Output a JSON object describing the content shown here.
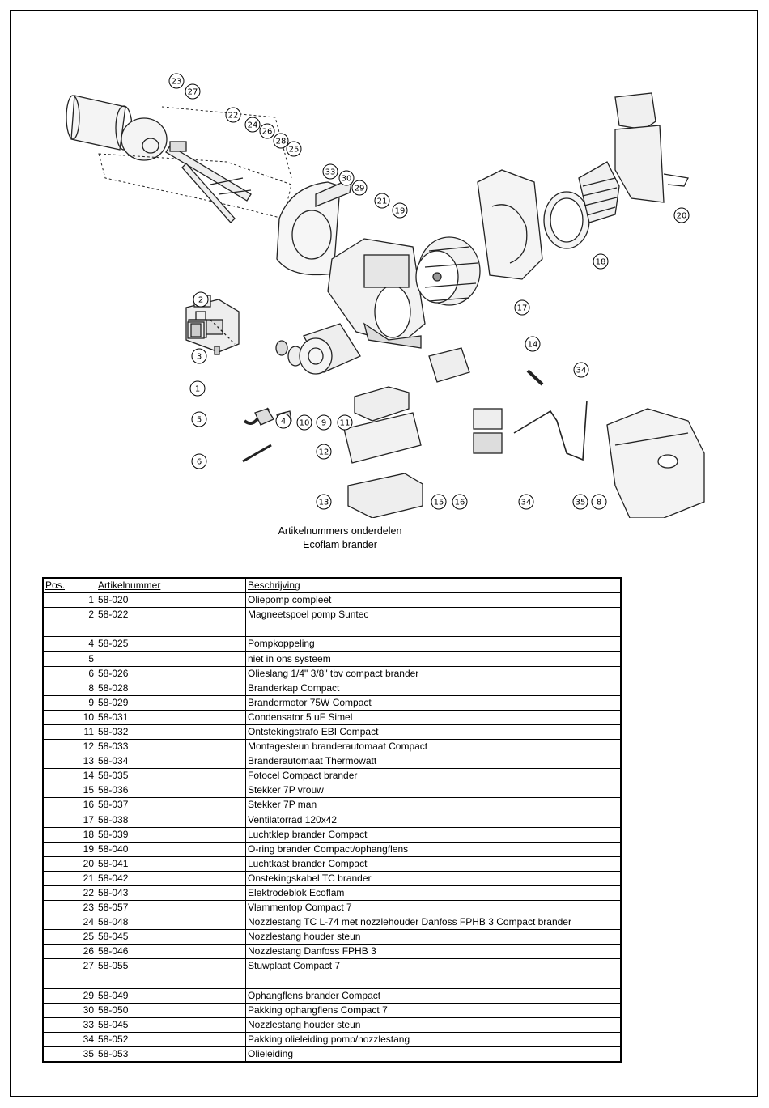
{
  "diagram": {
    "callouts": [
      "23",
      "27",
      "22",
      "24",
      "26",
      "28",
      "25",
      "33",
      "30",
      "29",
      "21",
      "19",
      "20",
      "18",
      "17",
      "2",
      "3",
      "1",
      "5",
      "4",
      "10",
      "9",
      "11",
      "12",
      "13",
      "6",
      "14",
      "34",
      "15",
      "16",
      "34",
      "35",
      "8"
    ]
  },
  "caption": {
    "line1": "Artikelnummers onderdelen",
    "line2": "Ecoflam brander"
  },
  "table": {
    "headers": {
      "pos": "Pos.",
      "article": "Artikelnummer",
      "description": "Beschrijving"
    },
    "rows": [
      {
        "pos": "1",
        "article": "58-020",
        "description": "Oliepomp compleet"
      },
      {
        "pos": "2",
        "article": "58-022",
        "description": "Magneetspoel pomp Suntec"
      },
      {
        "pos": "",
        "article": "",
        "description": ""
      },
      {
        "pos": "4",
        "article": "58-025",
        "description": "Pompkoppeling"
      },
      {
        "pos": "5",
        "article": "",
        "description": "niet in ons systeem"
      },
      {
        "pos": "6",
        "article": "58-026",
        "description": "Olieslang 1/4\" 3/8\" tbv compact brander"
      },
      {
        "pos": "8",
        "article": "58-028",
        "description": "Branderkap Compact"
      },
      {
        "pos": "9",
        "article": "58-029",
        "description": "Brandermotor 75W Compact"
      },
      {
        "pos": "10",
        "article": "58-031",
        "description": "Condensator 5 uF Simel"
      },
      {
        "pos": "11",
        "article": "58-032",
        "description": "Ontstekingstrafo EBI Compact"
      },
      {
        "pos": "12",
        "article": "58-033",
        "description": "Montagesteun branderautomaat Compact"
      },
      {
        "pos": "13",
        "article": "58-034",
        "description": "Branderautomaat Thermowatt"
      },
      {
        "pos": "14",
        "article": "58-035",
        "description": "Fotocel Compact brander"
      },
      {
        "pos": "15",
        "article": "58-036",
        "description": "Stekker 7P vrouw"
      },
      {
        "pos": "16",
        "article": "58-037",
        "description": "Stekker 7P man"
      },
      {
        "pos": "17",
        "article": "58-038",
        "description": "Ventilatorrad 120x42"
      },
      {
        "pos": "18",
        "article": "58-039",
        "description": "Luchtklep brander Compact"
      },
      {
        "pos": "19",
        "article": "58-040",
        "description": "O-ring brander Compact/ophangflens"
      },
      {
        "pos": "20",
        "article": "58-041",
        "description": "Luchtkast brander Compact"
      },
      {
        "pos": "21",
        "article": "58-042",
        "description": "Onstekingskabel TC brander"
      },
      {
        "pos": "22",
        "article": "58-043",
        "description": "Elektrodeblok Ecoflam"
      },
      {
        "pos": "23",
        "article": "58-057",
        "description": "Vlammentop Compact 7"
      },
      {
        "pos": "24",
        "article": "58-048",
        "description": "Nozzlestang TC L-74 met nozzlehouder Danfoss FPHB 3 Compact brander"
      },
      {
        "pos": "25",
        "article": "58-045",
        "description": "Nozzlestang houder steun"
      },
      {
        "pos": "26",
        "article": "58-046",
        "description": "Nozzlestang Danfoss FPHB 3"
      },
      {
        "pos": "27",
        "article": "58-055",
        "description": "Stuwplaat  Compact 7"
      },
      {
        "pos": "",
        "article": "",
        "description": ""
      },
      {
        "pos": "29",
        "article": "58-049",
        "description": "Ophangflens brander Compact"
      },
      {
        "pos": "30",
        "article": "58-050",
        "description": "Pakking ophangflens Compact 7"
      },
      {
        "pos": "33",
        "article": "58-045",
        "description": "Nozzlestang houder steun"
      },
      {
        "pos": "34",
        "article": "58-052",
        "description": "Pakking olieleiding pomp/nozzlestang"
      },
      {
        "pos": "35",
        "article": "58-053",
        "description": "Olieleiding"
      }
    ]
  }
}
